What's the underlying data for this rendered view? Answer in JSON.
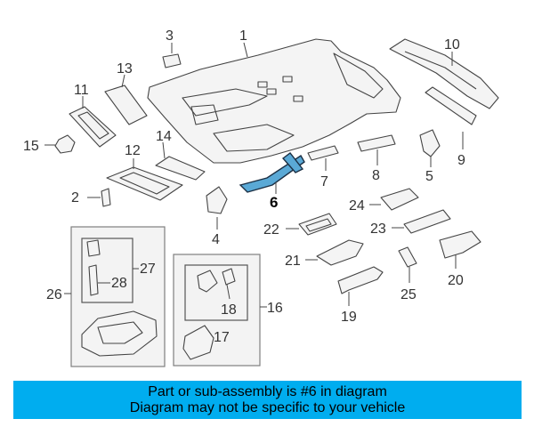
{
  "banner": {
    "line1": "Part or sub-assembly is #6 in diagram",
    "line2": "Diagram may not be specific to your vehicle"
  },
  "callouts": [
    {
      "n": "1"
    },
    {
      "n": "2"
    },
    {
      "n": "3"
    },
    {
      "n": "4"
    },
    {
      "n": "5"
    },
    {
      "n": "6"
    },
    {
      "n": "7"
    },
    {
      "n": "8"
    },
    {
      "n": "9"
    },
    {
      "n": "10"
    },
    {
      "n": "11"
    },
    {
      "n": "12"
    },
    {
      "n": "13"
    },
    {
      "n": "14"
    },
    {
      "n": "15"
    },
    {
      "n": "16"
    },
    {
      "n": "17"
    },
    {
      "n": "18"
    },
    {
      "n": "19"
    },
    {
      "n": "20"
    },
    {
      "n": "21"
    },
    {
      "n": "22"
    },
    {
      "n": "23"
    },
    {
      "n": "24"
    },
    {
      "n": "25"
    },
    {
      "n": "26"
    },
    {
      "n": "27"
    },
    {
      "n": "28"
    }
  ],
  "highlight_part": "6",
  "colors": {
    "banner": "#00adef",
    "highlight": "#5aa9d6",
    "line": "#444444"
  }
}
